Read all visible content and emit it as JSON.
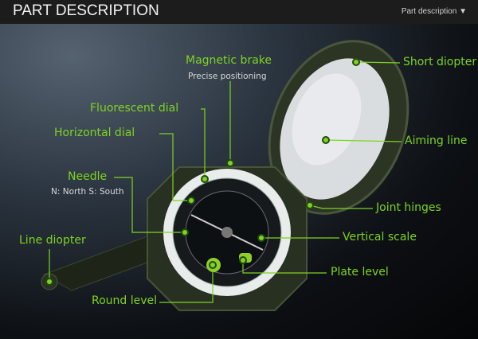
{
  "header": {
    "title": "PART DESCRIPTION",
    "menu_label": "Part description",
    "menu_icon": "caret-down-icon"
  },
  "accent_color": "#7ed321",
  "labels": {
    "magnetic_brake": "Magnetic brake",
    "magnetic_brake_sub": "Precise positioning",
    "fluorescent_dial": "Fluorescent dial",
    "horizontal_dial": "Horizontal dial",
    "needle": "Needle",
    "needle_sub": "N: North  S: South",
    "line_diopter": "Line diopter",
    "round_level": "Round level",
    "short_diopter": "Short diopter",
    "aiming_line": "Aiming line",
    "joint_hinges": "Joint hinges",
    "vertical_scale": "Vertical scale",
    "plate_level": "Plate level"
  }
}
